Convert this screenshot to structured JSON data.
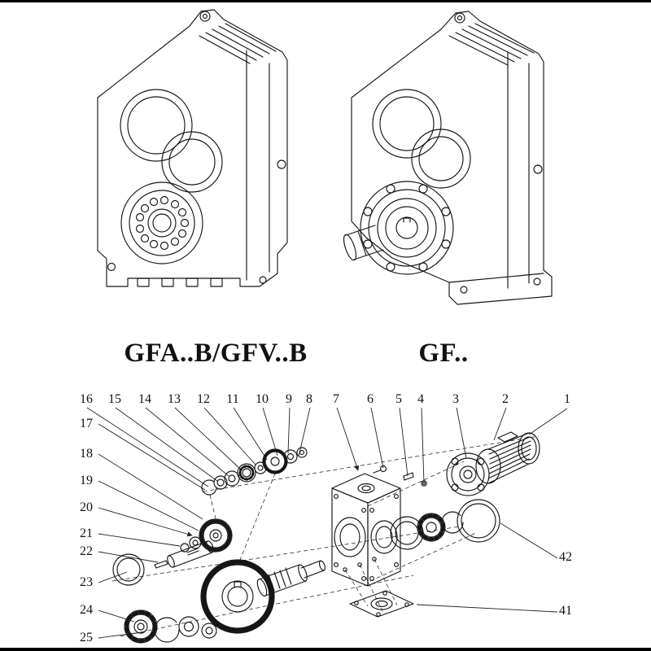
{
  "page": {
    "background_color": "#ffffff",
    "line_color": "#161616"
  },
  "figures": {
    "left": {
      "caption": "GFA..B/GFV..B"
    },
    "right": {
      "caption": "GF.."
    }
  },
  "exploded": {
    "top_callouts": [
      "16",
      "15",
      "14",
      "13",
      "12",
      "11",
      "10",
      "9",
      "8",
      "7",
      "6",
      "5",
      "4",
      "3",
      "2",
      "1"
    ],
    "left_callouts": [
      "17",
      "18",
      "19",
      "20",
      "21",
      "22",
      "23",
      "24",
      "25"
    ],
    "right_callouts": [
      "42",
      "41"
    ]
  }
}
